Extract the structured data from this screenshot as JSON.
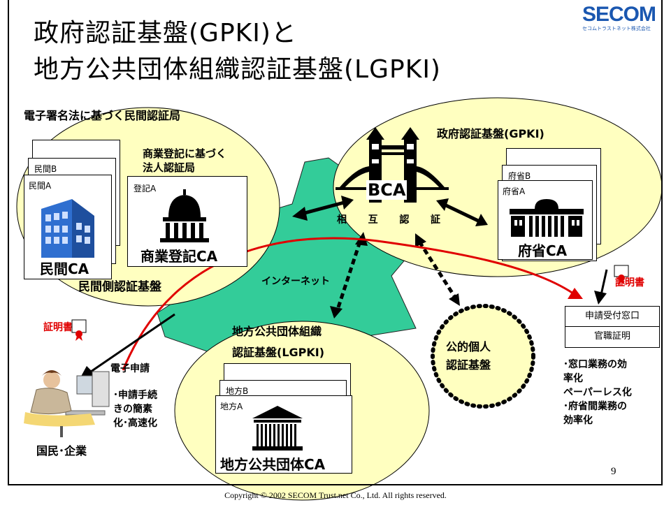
{
  "header": {
    "title_line1": "政府認証基盤(GPKI)と",
    "title_line2": "地方公共団体組織認証基盤(LGPKI)",
    "logo_text": "SECOM",
    "logo_sub": "セコムトラストネット株式会社"
  },
  "private": {
    "heading": "電子署名法に基づく民間認証局",
    "card_b": "民間B",
    "card_a": "民間A",
    "ca_label": "民間CA",
    "base_label": "民間側認証基盤"
  },
  "commercial": {
    "heading_line1": "商業登記に基づく",
    "heading_line2": "法人認証局",
    "card_a": "登記A",
    "ca_label": "商業登記CA"
  },
  "gpki": {
    "heading": "政府認証基盤(GPKI)",
    "card_b": "府省B",
    "card_a": "府省A",
    "ca_label": "府省CA"
  },
  "bca": {
    "label": "BCA",
    "mutual": [
      "相",
      "互",
      "認",
      "証"
    ]
  },
  "internet": "インターネット",
  "lgpki": {
    "heading_line1": "地方公共団体組織",
    "heading_line2": "認証基盤(LGPKI)",
    "card_b": "地方B",
    "card_a": "地方A",
    "ca_label": "地方公共団体CA"
  },
  "public_personal": {
    "line1": "公的個人",
    "line2": "認証基盤"
  },
  "citizen": {
    "label": "国民･企業",
    "certificate": "証明書",
    "e_application": "電子申請",
    "benefit_line1": "･申請手続",
    "benefit_line2": "きの簡素",
    "benefit_line3": "化･高速化"
  },
  "office": {
    "certificate": "証明書",
    "window": "申請受付窓口",
    "official_cert": "官職証明",
    "benefit_line1": "･窓口業務の効",
    "benefit_line2": "率化",
    "benefit_line3": "ペーパーレス化",
    "benefit_line4": "･府省間業務の",
    "benefit_line5": "効率化"
  },
  "footer": {
    "page": "9",
    "copyright": "Copyright © 2002 SECOM Trust.net Co., Ltd. All rights reserved."
  },
  "colors": {
    "ellipse_fill": "#ffffc0",
    "burst_fill": "#33cc99",
    "arrow_red": "#e00000",
    "logo_blue": "#1a57b0"
  }
}
